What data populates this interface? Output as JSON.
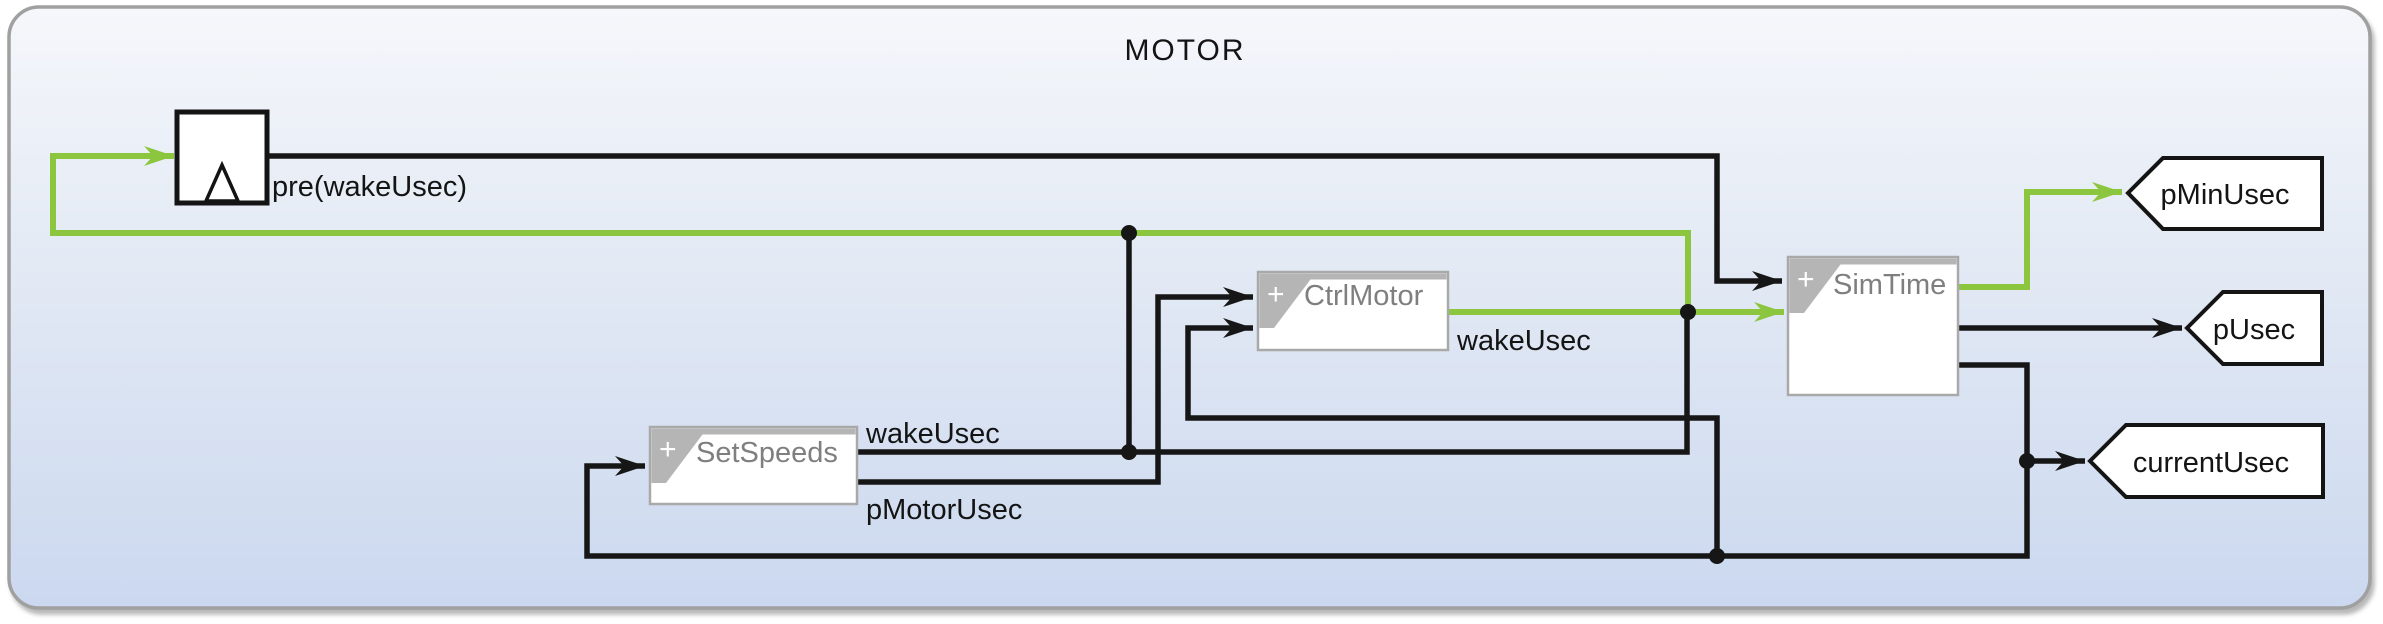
{
  "title": "MOTOR",
  "blocks": {
    "pre": {
      "label": "pre(wakeUsec)"
    },
    "set_speeds": {
      "label": "SetSpeeds",
      "badge": "+"
    },
    "ctrl_motor": {
      "label": "CtrlMotor",
      "badge": "+"
    },
    "sim_time": {
      "label": "SimTime",
      "badge": "+"
    }
  },
  "wire_labels": {
    "set_speeds_out_wake": "wakeUsec",
    "set_speeds_out_pmotor": "pMotorUsec",
    "ctrl_motor_out_wake": "wakeUsec"
  },
  "ports": {
    "p_min_usec": {
      "label": "pMinUsec"
    },
    "p_usec": {
      "label": "pUsec"
    },
    "current_usec": {
      "label": "currentUsec"
    }
  },
  "colors": {
    "highlight_green": "#8cc63f",
    "wire_black": "#161616",
    "block_header_gray": "#b5b5b5",
    "block_label_gray": "#7f7f7f",
    "frame_border_gray": "#a0a0a0",
    "frame_gradient_top": "#f5f7fb",
    "frame_gradient_bottom": "#cbd8ef"
  }
}
